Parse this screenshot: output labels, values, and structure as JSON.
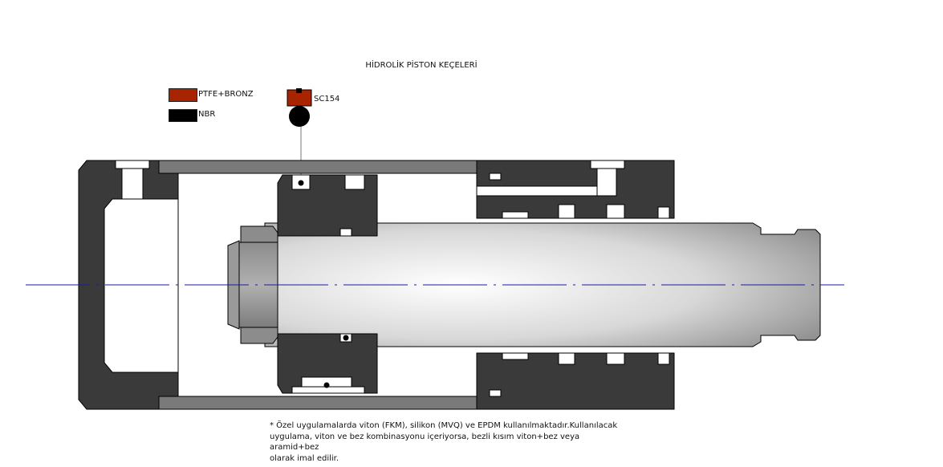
{
  "title": "HİDROLİK PİSTON KEÇELERİ",
  "legend": {
    "items": [
      {
        "label": "PTFE+BRONZ",
        "color": "#a82400"
      },
      {
        "label": "NBR",
        "color": "#000000"
      }
    ]
  },
  "callout": {
    "label": "SC154"
  },
  "footnote": {
    "lines": [
      "* Özel uygulamalarda viton (FKM), silikon (MVQ) ve EPDM kullanılmaktadır.Kullanılacak",
      "uygulama, viton ve bez kombinasyonu içeriyorsa, bezli kısım viton+bez veya aramid+bez",
      "olarak imal edilir."
    ]
  },
  "colors": {
    "body": "#3a3a3a",
    "tube": "#7a7a7a",
    "outline": "#000000",
    "centerline": "#1a1aa8",
    "ptfe": "#a82400",
    "nbr": "#000000"
  }
}
